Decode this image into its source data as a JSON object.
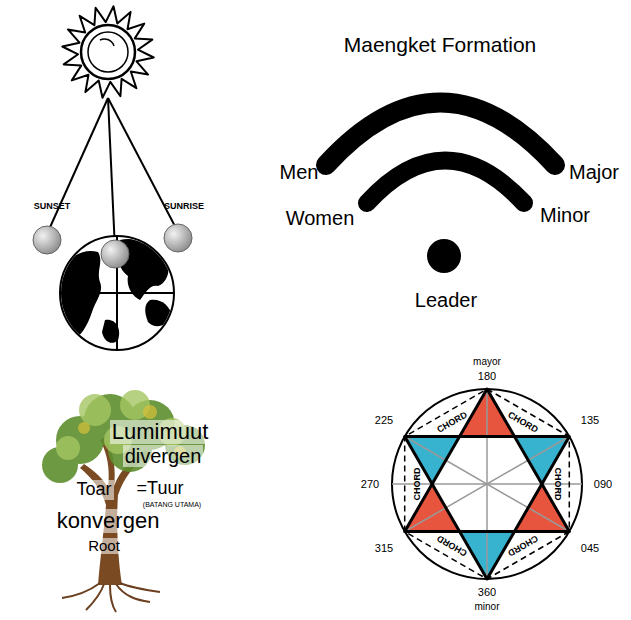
{
  "diagram": {
    "title": "Maengket Formation",
    "labels": [
      "SUNSET",
      "SUNRISE",
      "Men",
      "Major",
      "Women",
      "Minor",
      "Leader",
      "Lumimuut",
      "divergen",
      "Toar",
      "=Tuur",
      "(BATANG UTAMA)",
      "konvergen",
      "Root",
      "mayor",
      "180",
      "225",
      "135",
      "270",
      "090",
      "315",
      "045",
      "360",
      "minor",
      "CHORD",
      "CHORD",
      "CHORD",
      "CHORD",
      "CHORD",
      "CHORD"
    ]
  }
}
